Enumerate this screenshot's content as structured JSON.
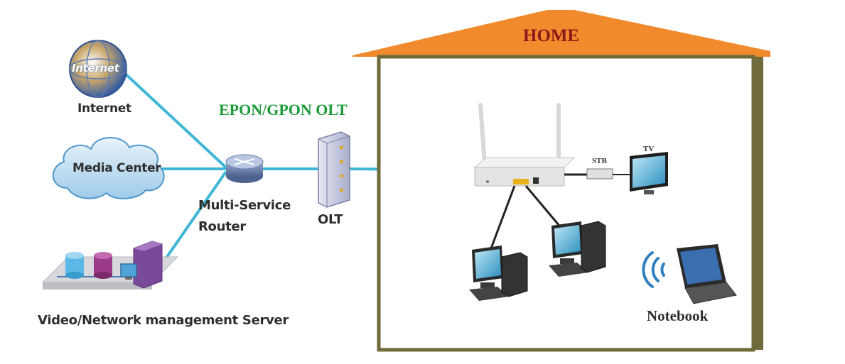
{
  "labels": {
    "home": "HOME",
    "internet_globe": "Internet",
    "internet": "Internet",
    "media_center": "Media Center",
    "epon_gpon_olt": "EPON/GPON OLT",
    "router_line1": "Multi-Service",
    "router_line2": "Router",
    "olt": "OLT",
    "stb": "STB",
    "tv": "TV",
    "notebook": "Notebook",
    "server": "Video/Network management Server"
  },
  "colors": {
    "link": "#3fb6d6",
    "roof": "#f08a2c",
    "home_text": "#8b1a1a",
    "wall": "#6e6a3a",
    "olt_label": "#1e9a3a",
    "router": "#6b7fa8"
  }
}
